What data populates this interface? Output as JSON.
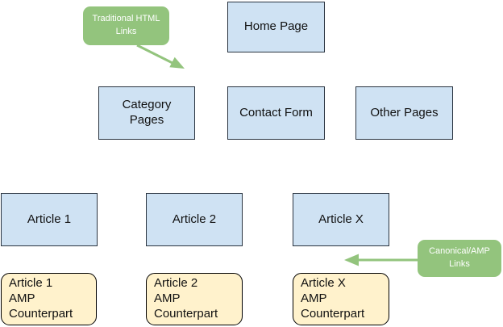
{
  "canvas": {
    "background": "#ffffff"
  },
  "colors": {
    "canvas_bg": "#ffffff",
    "page_box_fill": "#cfe2f3",
    "page_box_border": "#2a3440",
    "amp_box_fill": "#fff2cc",
    "amp_box_border": "#000000",
    "callout_fill": "#93c47d",
    "callout_text": "#ffffff",
    "arrow": "#93c47d",
    "text": "#111111"
  },
  "nodes": {
    "home": {
      "label": "Home Page"
    },
    "category": {
      "label": "Category\nPages"
    },
    "contact": {
      "label": "Contact Form"
    },
    "other": {
      "label": "Other Pages"
    },
    "article1": {
      "label": "Article 1"
    },
    "article2": {
      "label": "Article 2"
    },
    "articleX": {
      "label": "Article X"
    },
    "amp1": {
      "label": "Article 1\nAMP\nCounterpart"
    },
    "amp2": {
      "label": "Article 2\nAMP\nCounterpart"
    },
    "ampX": {
      "label": "Article X\nAMP\nCounterpart"
    }
  },
  "callouts": {
    "traditional": {
      "label": "Traditional HTML\nLinks"
    },
    "canonical": {
      "label": "Canonical/AMP\nLinks"
    }
  }
}
